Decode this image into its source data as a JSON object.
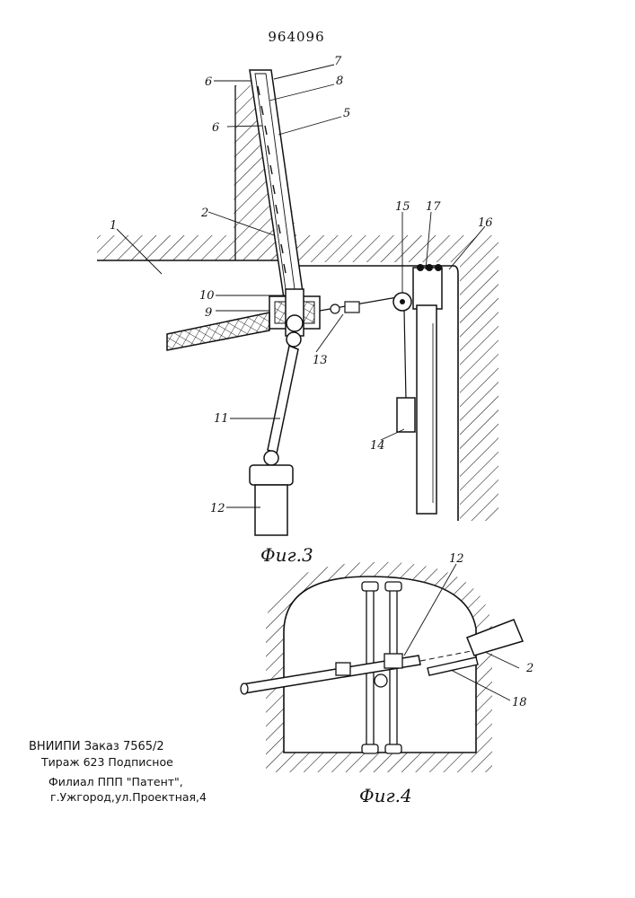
{
  "document": {
    "number": "964096"
  },
  "figure3": {
    "caption": "Фиг.3",
    "labels": [
      "6",
      "7",
      "8",
      "6",
      "5",
      "2",
      "1",
      "15",
      "17",
      "16",
      "10",
      "9",
      "13",
      "11",
      "14",
      "12"
    ]
  },
  "figure4": {
    "caption": "Фиг.4",
    "labels": [
      "12",
      "2",
      "18"
    ]
  },
  "imprint": {
    "line1": "ВНИИПИ Заказ 7565/2",
    "line2": "Тираж 623 Подписное",
    "line3": "Филиал ППП \"Патент\",",
    "line4": "г.Ужгород,ул.Проектная,4"
  }
}
